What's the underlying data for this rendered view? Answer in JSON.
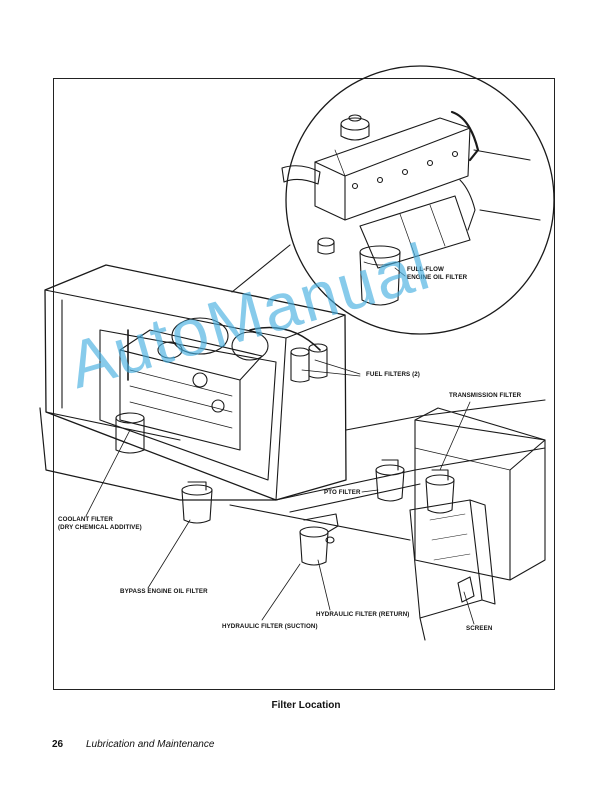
{
  "figure": {
    "labels": {
      "full_flow_1": "FULL-FLOW",
      "full_flow_2": "ENGINE OIL FILTER",
      "fuel_filters": "FUEL FILTERS (2)",
      "transmission_filter": "TRANSMISSION FILTER",
      "pto_filter": "PTO FILTER",
      "coolant_filter_1": "COOLANT FILTER",
      "coolant_filter_2": "(DRY CHEMICAL ADDITIVE)",
      "bypass_filter": "BYPASS ENGINE OIL FILTER",
      "hydraulic_return": "HYDRAULIC FILTER (RETURN)",
      "hydraulic_suction": "HYDRAULIC FILTER (SUCTION)",
      "screen": "SCREEN"
    },
    "caption": "Filter Location"
  },
  "footer": {
    "page_number": "26",
    "section_title": "Lubrication and Maintenance"
  },
  "watermark": {
    "text": "AutoManual",
    "color": "#46AFE1"
  }
}
